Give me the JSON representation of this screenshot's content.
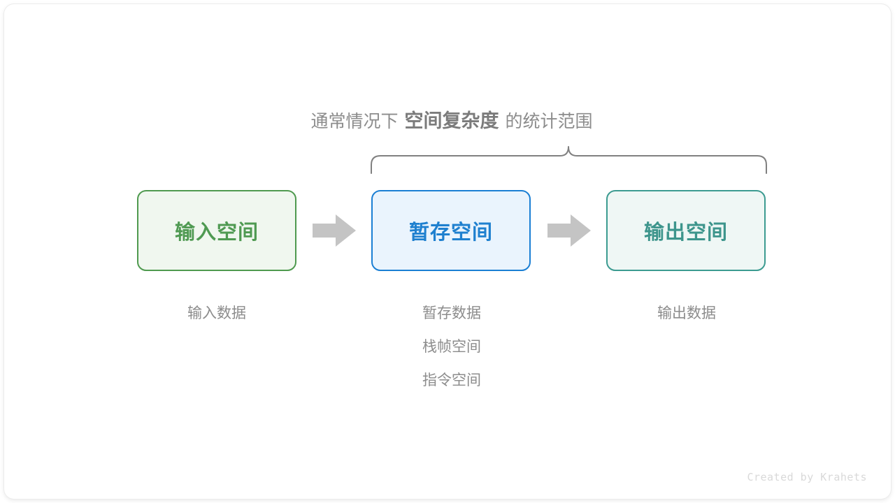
{
  "figure": {
    "title_prefix": "通常情况下",
    "title_emphasis": "空间复杂度",
    "title_suffix": "的统计范围",
    "credit": "Created by Krahets",
    "colors": {
      "input_border": "#4f9a4f",
      "input_fill": "#f0f7ef",
      "input_text": "#4f9a52",
      "temp_border": "#1b7fd4",
      "temp_fill": "#eaf4fd",
      "temp_text": "#1f80cf",
      "output_border": "#3c9b91",
      "output_fill": "#eff7f5",
      "output_text": "#3d958c",
      "arrow": "#c4c4c4",
      "brace": "#808080",
      "caption_text": "#8c8c8c",
      "credit_text": "#d9d9d9",
      "background": "#ffffff"
    },
    "boxes": [
      {
        "id": "input",
        "label": "输入空间",
        "captions": [
          "输入数据"
        ]
      },
      {
        "id": "temp",
        "label": "暂存空间",
        "captions": [
          "暂存数据",
          "栈帧空间",
          "指令空间"
        ]
      },
      {
        "id": "output",
        "label": "输出空间",
        "captions": [
          "输出数据"
        ]
      }
    ],
    "arrows": [
      {
        "id": "arrow-1",
        "direction": "right",
        "from": "input",
        "to": "temp"
      },
      {
        "id": "arrow-2",
        "direction": "right",
        "from": "temp",
        "to": "output"
      }
    ],
    "brace": {
      "covers": [
        "temp",
        "output"
      ],
      "orientation": "top",
      "label_ref": "title"
    }
  }
}
